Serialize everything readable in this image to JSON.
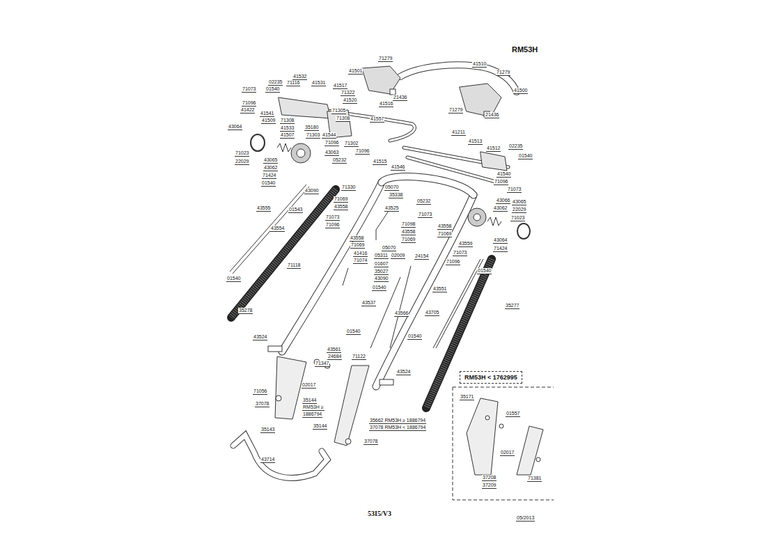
{
  "diagram": {
    "title": "RM53H",
    "caption": "53I5/V3",
    "nodes": [
      {
        "text": [
          "RM53H < 1762995"
        ]
      }
    ],
    "labels": [
      "71279",
      "41510",
      "41501",
      "71279",
      "41500",
      "21436",
      "71279",
      "21436",
      "41532",
      "02235",
      "71116",
      "41531",
      "41517",
      "71073",
      "01540",
      "71322",
      "41520",
      "41516",
      "71096",
      "41422",
      "41541",
      "71305",
      "71308",
      "41557",
      "41509",
      "71308",
      "35180",
      "41533",
      "71303",
      "41544",
      "41507",
      "71302",
      "71096",
      "71096",
      "43064",
      "41211",
      "41513",
      "41512",
      "02235",
      "01540",
      "71023",
      "22029",
      "43065",
      "43063",
      "05232",
      "41515",
      "41546",
      "43062",
      "41540",
      "71424",
      "71096",
      "71073",
      "01540",
      "71330",
      "05070",
      "35338",
      "43090",
      "05232",
      "43066",
      "43062",
      "01543",
      "43558",
      "43525",
      "71069",
      "43065",
      "22029",
      "43555",
      "71023",
      "71073",
      "71096",
      "71073",
      "71098",
      "43554",
      "43558",
      "43558",
      "43558",
      "71069",
      "71069",
      "43064",
      "43559",
      "71069",
      "05070",
      "05311",
      "02009",
      "41416",
      "71073",
      "71074",
      "71424",
      "24154",
      "01607",
      "71096",
      "35027",
      "01540",
      "71118",
      "43090",
      "01540",
      "01540",
      "43551",
      "35277",
      "43537",
      "43566",
      "43705",
      "35278",
      "01540",
      "01540",
      "43524",
      "43561",
      "24684",
      "71347",
      "71122",
      "43524",
      "02017",
      "71056",
      "37078",
      "35144",
      "RM53H ≥",
      "1886794",
      "35143",
      "35662 RM53H ≥ 1886794",
      "37078 RM53H < 1886794",
      "35144",
      "37078",
      "43714",
      "35171",
      "01557",
      "02017",
      "37208",
      "71381",
      "37209",
      "05/2013"
    ]
  }
}
